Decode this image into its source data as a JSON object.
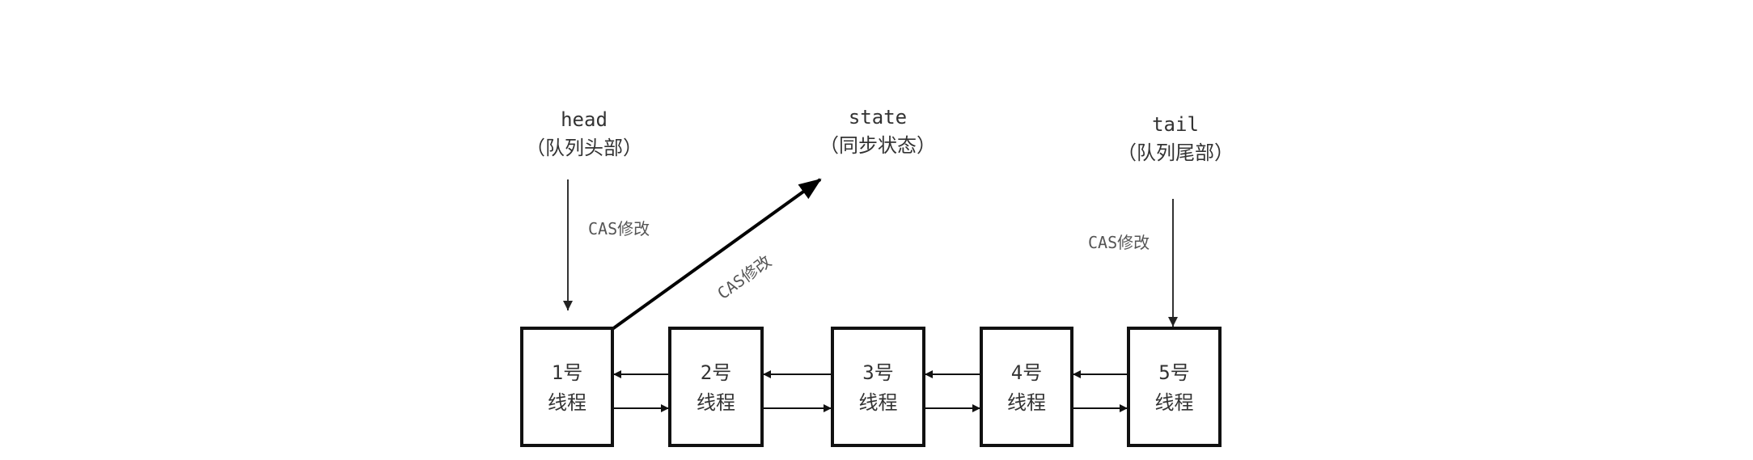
{
  "diagram": {
    "head": {
      "title": "head",
      "subtitle": "（队列头部）",
      "edge_label": "CAS修改"
    },
    "state": {
      "title": "state",
      "subtitle": "（同步状态）",
      "edge_label": "CAS修改"
    },
    "tail": {
      "title": "tail",
      "subtitle": "（队列尾部）",
      "edge_label": "CAS修改"
    },
    "nodes": [
      {
        "line1": "1号",
        "line2": "线程"
      },
      {
        "line1": "2号",
        "line2": "线程"
      },
      {
        "line1": "3号",
        "line2": "线程"
      },
      {
        "line1": "4号",
        "line2": "线程"
      },
      {
        "line1": "5号",
        "line2": "线程"
      }
    ],
    "links": [
      {
        "from": 0,
        "to": 1,
        "type": "next"
      },
      {
        "from": 1,
        "to": 0,
        "type": "prev"
      },
      {
        "from": 1,
        "to": 2,
        "type": "next"
      },
      {
        "from": 2,
        "to": 1,
        "type": "prev"
      },
      {
        "from": 2,
        "to": 3,
        "type": "next"
      },
      {
        "from": 3,
        "to": 2,
        "type": "prev"
      },
      {
        "from": 3,
        "to": 4,
        "type": "next"
      },
      {
        "from": 4,
        "to": 3,
        "type": "prev"
      }
    ],
    "pointers": [
      {
        "name": "head",
        "target_node": 0
      },
      {
        "name": "tail",
        "target_node": 4
      },
      {
        "name": "state",
        "source_node": 0
      }
    ]
  }
}
